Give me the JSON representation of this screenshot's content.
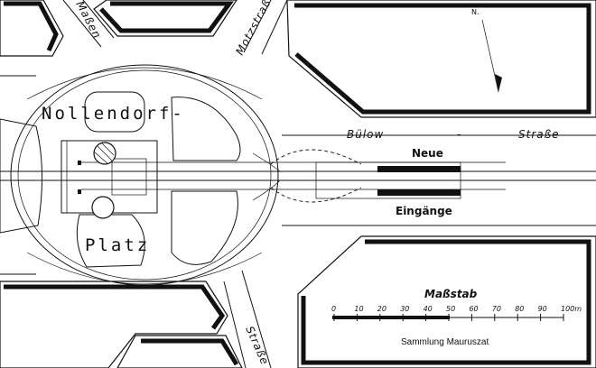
{
  "map": {
    "square_label_line1": "Nollendorf-",
    "square_label_line2": "Platz",
    "streets": {
      "massenstrasse": "Maßen",
      "motzstrasse": "Motzstraße",
      "buelow_1": "Bülow",
      "buelow_dash": "-",
      "buelow_2": "Straße",
      "lower_strasse": "Straße"
    },
    "annotations": {
      "neue": "Neue",
      "eingaenge": "Eingänge"
    },
    "north": "N.",
    "scale": {
      "title": "Maßstab",
      "ticks": [
        "0",
        "10",
        "20",
        "30",
        "40",
        "50",
        "60",
        "70",
        "80",
        "90",
        "100m"
      ]
    },
    "credit": "Sammlung Mauruszat"
  }
}
